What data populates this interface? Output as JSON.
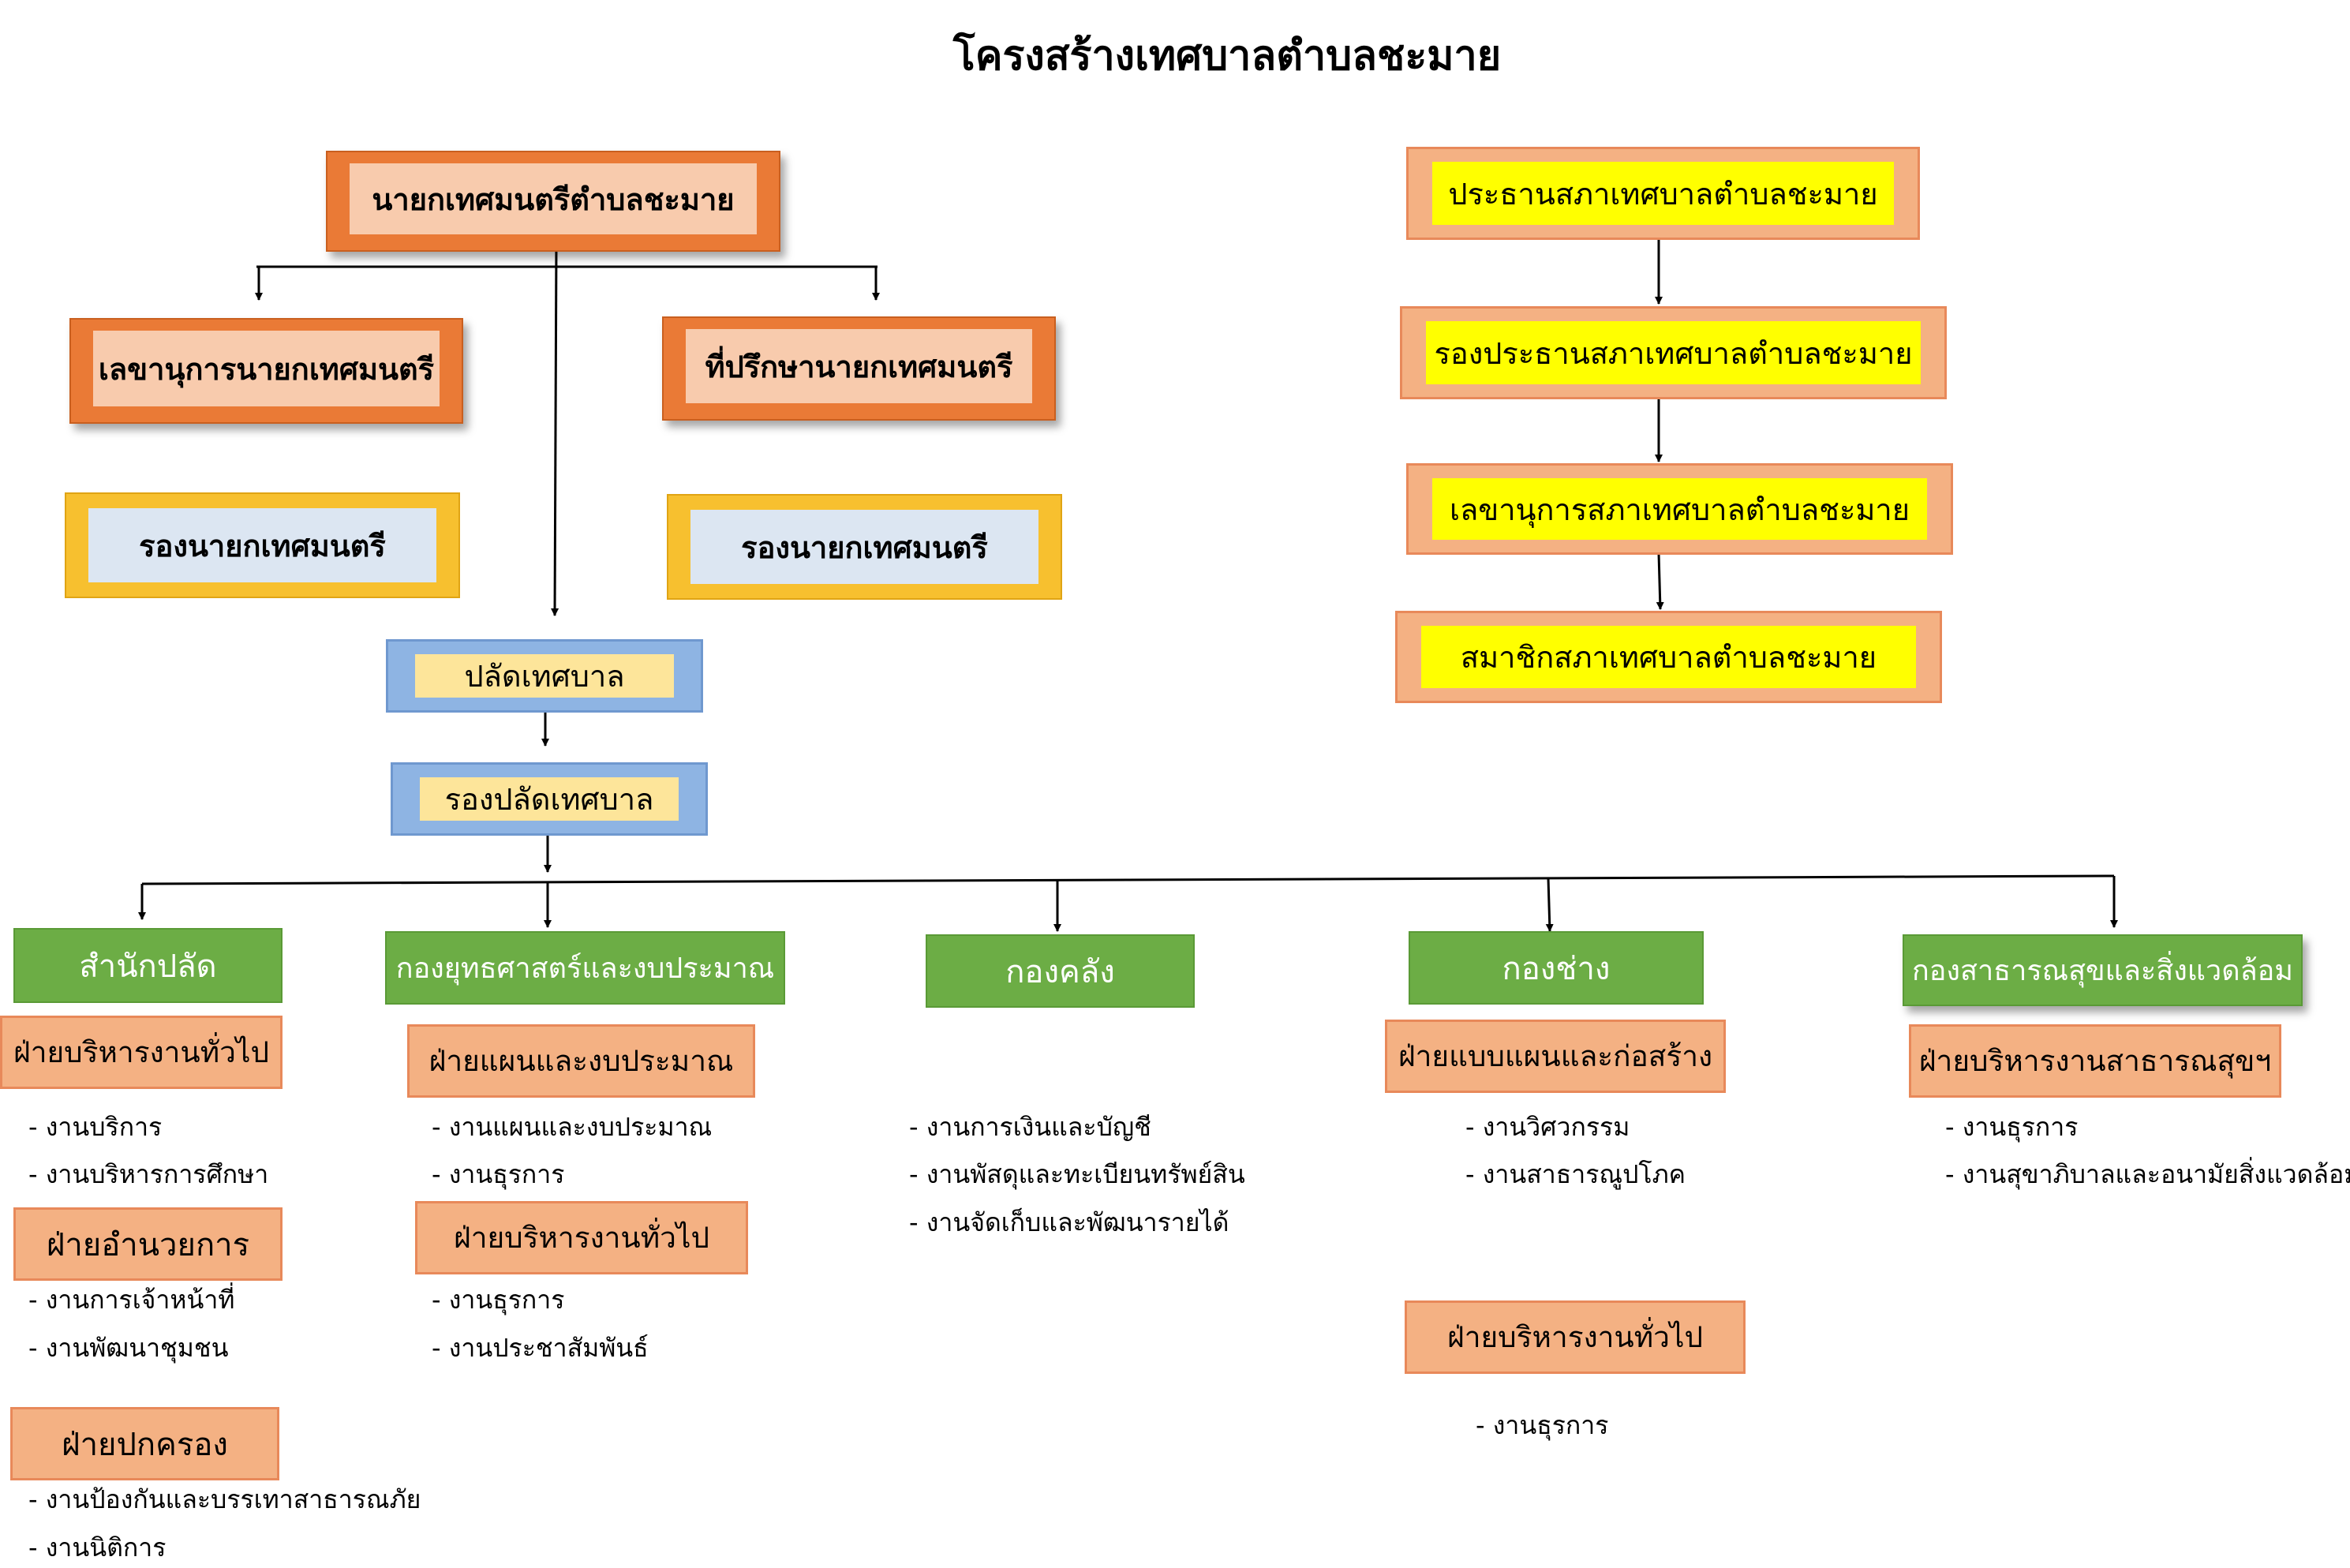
{
  "title": "โครงสร้างเทศบาลตำบลชะมาย",
  "executive": {
    "mayor": "นายกเทศมนตรีตำบลชะมาย",
    "secretary": "เลขานุการนายกเทศมนตรี",
    "advisor": "ที่ปรึกษานายกเทศมนตรี",
    "deputy_left": "รองนายกเทศมนตรี",
    "deputy_right": "รองนายกเทศมนตรี"
  },
  "clerk": {
    "clerk": "ปลัดเทศบาล",
    "deputy_clerk": "รองปลัดเทศบาล"
  },
  "council": {
    "president": "ประธานสภาเทศบาลตำบลชะมาย",
    "vice_president": "รองประธานสภาเทศบาลตำบลชะมาย",
    "secretary": "เลขานุการสภาเทศบาลตำบลชะมาย",
    "members": "สมาชิกสภาเทศบาลตำบลชะมาย"
  },
  "departments": [
    {
      "name": "สำนักปลัด",
      "divisions": [
        {
          "name": "ฝ่ายบริหารงานทั่วไป",
          "items": [
            "- งานบริการ",
            "- งานบริหารการศึกษา"
          ]
        },
        {
          "name": "ฝ่ายอำนวยการ",
          "items": [
            "- งานการเจ้าหน้าที่",
            "- งานพัฒนาชุมชน"
          ]
        },
        {
          "name": "ฝ่ายปกครอง",
          "items": [
            "- งานป้องกันและบรรเทาสาธารณภัย",
            "- งานนิติการ"
          ]
        }
      ]
    },
    {
      "name": "กองยุทธศาสตร์และงบประมาณ",
      "divisions": [
        {
          "name": "ฝ่ายแผนและงบประมาณ",
          "items": [
            "- งานแผนและงบประมาณ",
            "- งานธุรการ"
          ]
        },
        {
          "name": "ฝ่ายบริหารงานทั่วไป",
          "items": [
            "- งานธุรการ",
            "- งานประชาสัมพันธ์"
          ]
        }
      ]
    },
    {
      "name": "กองคลัง",
      "divisions": [
        {
          "name": "",
          "items": [
            "- งานการเงินและบัญชี",
            "- งานพัสดุและทะเบียนทรัพย์สิน",
            "- งานจัดเก็บและพัฒนารายได้"
          ]
        }
      ]
    },
    {
      "name": "กองช่าง",
      "divisions": [
        {
          "name": "ฝ่ายแบบแผนและก่อสร้าง",
          "items": [
            "- งานวิศวกรรม",
            "- งานสาธารณูปโภค"
          ]
        },
        {
          "name": "ฝ่ายบริหารงานทั่วไป",
          "items": [
            "- งานธุรการ"
          ]
        }
      ]
    },
    {
      "name": "กองสาธารณสุขและสิ่งแวดล้อม",
      "divisions": [
        {
          "name": "ฝ่ายบริหารงานสาธารณสุขฯ",
          "items": [
            "-  งานธุรการ",
            "- งานสุขาภิบาลและอนามัยสิ่งแวดล้อม"
          ]
        }
      ]
    }
  ]
}
